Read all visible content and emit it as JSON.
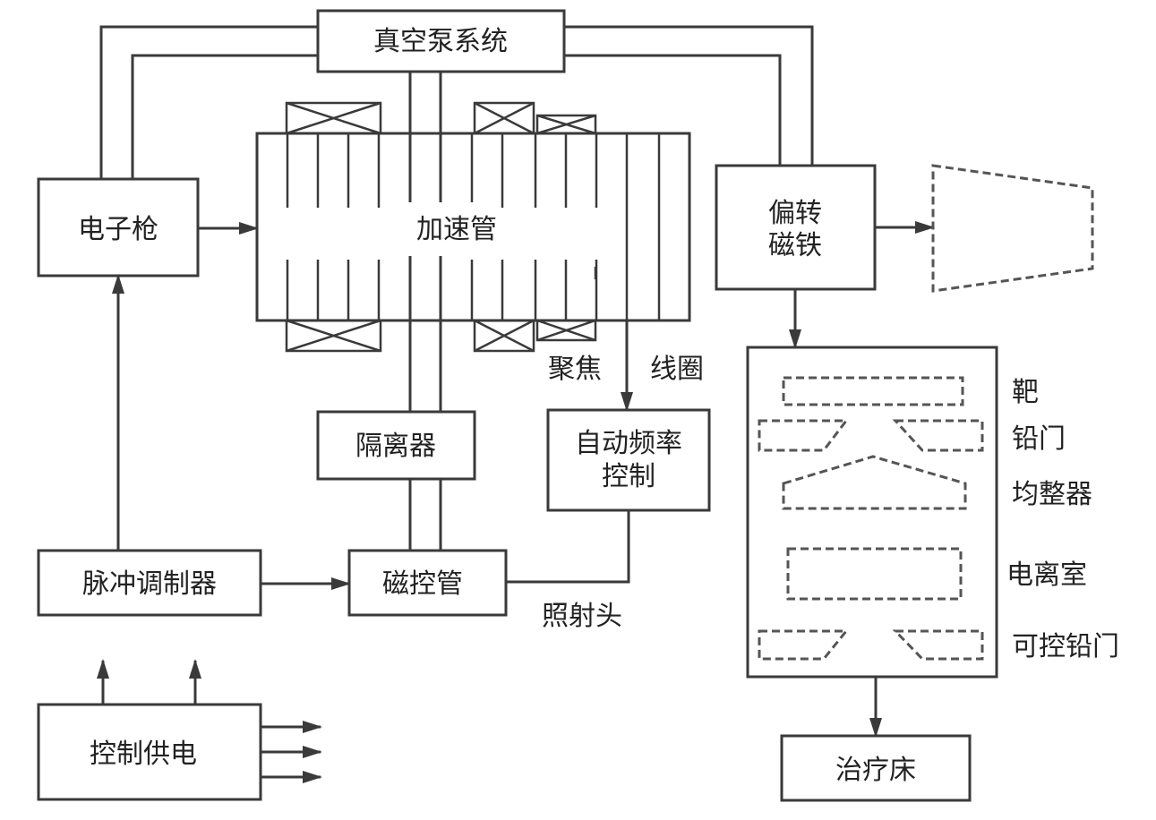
{
  "blocks": {
    "vacuum_pump": "真空泵系统",
    "electron_gun": "电子枪",
    "accelerator_tube": "加速管",
    "bending_magnet_line1": "偏转",
    "bending_magnet_line2": "磁铁",
    "isolator": "隔离器",
    "afc_line1": "自动频率",
    "afc_line2": "控制",
    "pulse_modulator": "脉冲调制器",
    "magnetron": "磁控管",
    "control_power": "控制供电",
    "treatment_couch": "治疗床"
  },
  "labels": {
    "focus": "聚焦",
    "coil": "线圈",
    "treatment_head": "照射头"
  },
  "head_components": [
    "靶",
    "铅门",
    "均整器",
    "电离室",
    "可控铅门"
  ],
  "colors": {
    "line": "#3a3a3a",
    "dashed": "#555555",
    "text": "#222222",
    "background": "#ffffff"
  }
}
